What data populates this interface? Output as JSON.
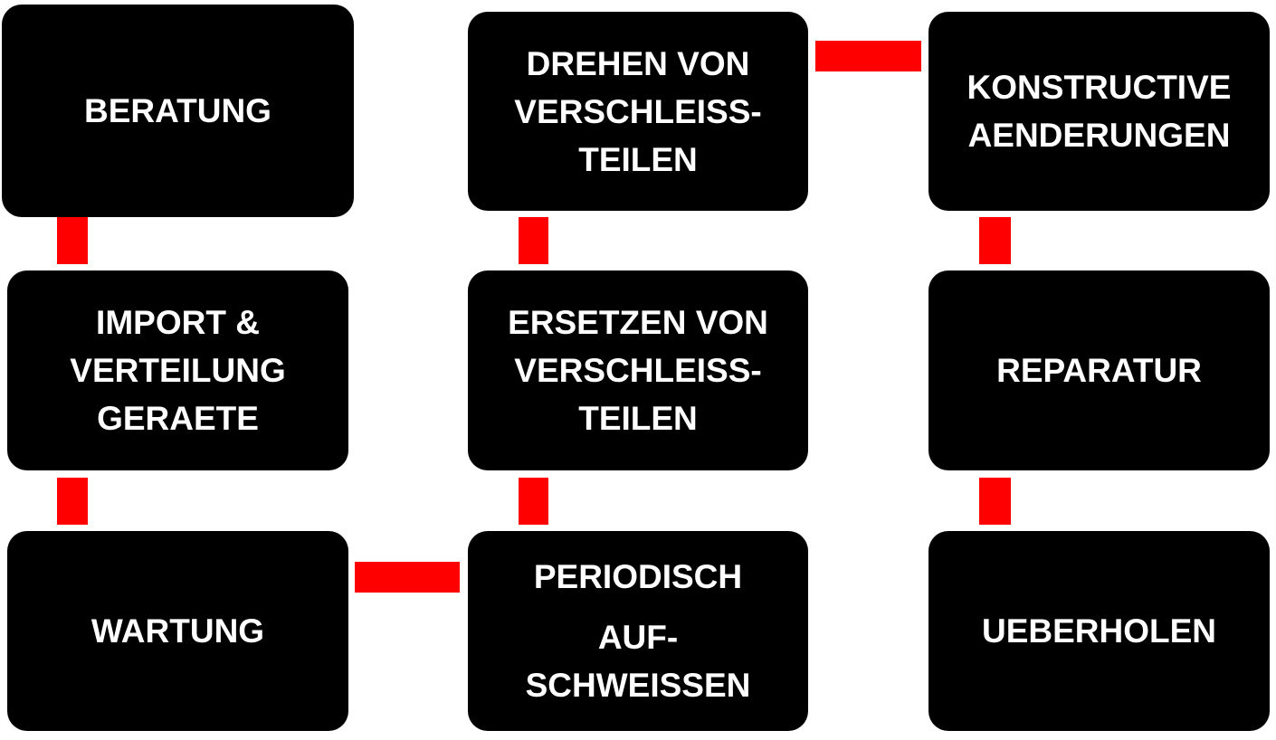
{
  "colors": {
    "box": "#000000",
    "text": "#ffffff",
    "connector": "#ff0000"
  },
  "boxes": {
    "beratung": [
      "BERATUNG"
    ],
    "import": [
      "IMPORT &",
      "VERTEILUNG",
      "GERAETE"
    ],
    "wartung": [
      "WARTUNG"
    ],
    "drehen": [
      "DREHEN VON",
      "VERSCHLEISS-",
      "TEILEN"
    ],
    "ersetzen": [
      "ERSETZEN VON",
      "VERSCHLEISS-",
      "TEILEN"
    ],
    "periodisch": [
      "PERIODISCH",
      "AUF-",
      "SCHWEISSEN"
    ],
    "konstructive": [
      "KONSTRUCTIVE",
      "AENDERUNGEN"
    ],
    "reparatur": [
      "REPARATUR"
    ],
    "ueberholen": [
      "UEBERHOLEN"
    ]
  }
}
